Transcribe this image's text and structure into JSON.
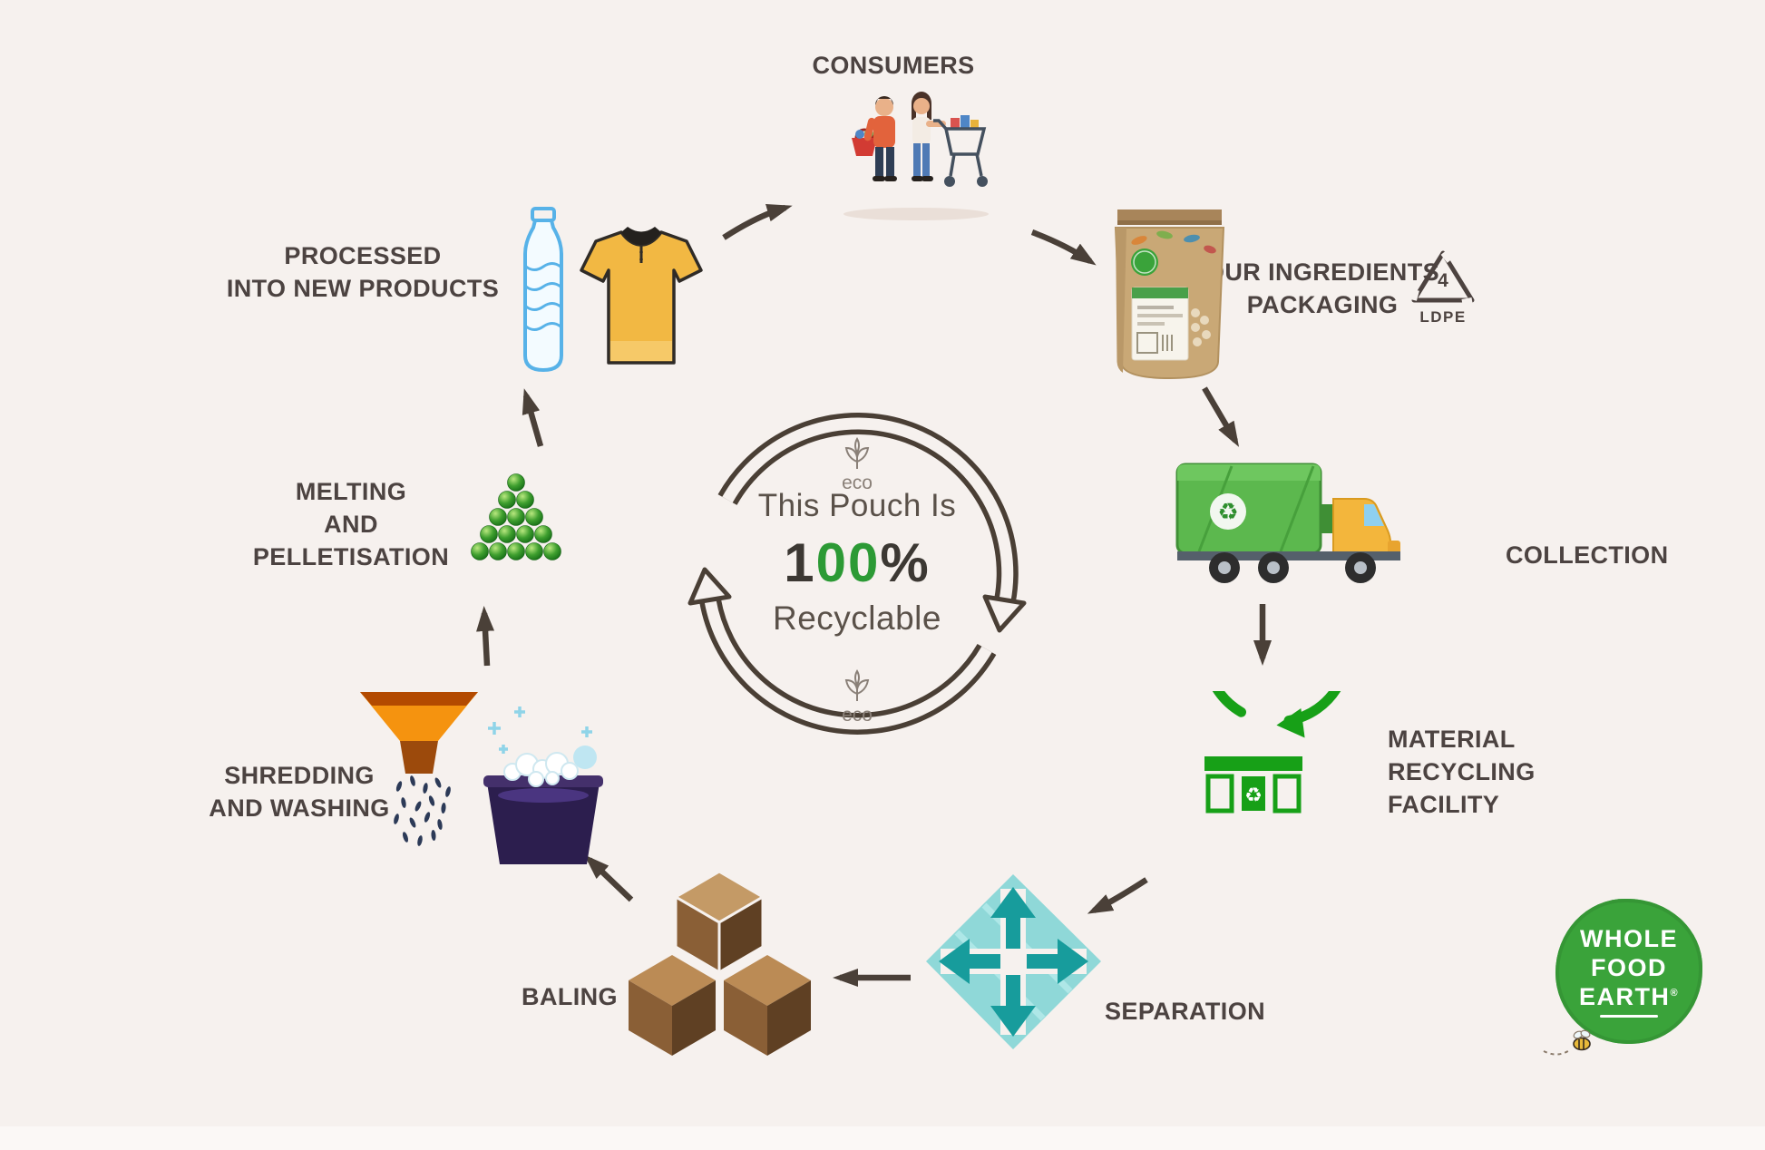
{
  "title": "This Pouch Is 100% Recyclable - packaging recycling loop infographic",
  "center": {
    "line1": "This Pouch Is",
    "pct_1": "1",
    "pct_00": "00",
    "pct_sign": "%",
    "line3": "Recyclable",
    "eco_top": "eco",
    "eco_bottom": "eco"
  },
  "steps": {
    "consumers": {
      "label": "CONSUMERS"
    },
    "packaging": {
      "label": "OUR INGREDIENTS\nPACKAGING"
    },
    "collection": {
      "label": "COLLECTION"
    },
    "mrf": {
      "label": "MATERIAL\nRECYCLING\nFACILITY"
    },
    "separation": {
      "label": "SEPARATION"
    },
    "baling": {
      "label": "BALING"
    },
    "shredding": {
      "label": "SHREDDING\nAND WASHING"
    },
    "melting": {
      "label": "MELTING\nAND\nPELLETISATION"
    },
    "products": {
      "label": "PROCESSED\nINTO NEW PRODUCTS"
    }
  },
  "ldpe": {
    "number": "4",
    "code": "LDPE"
  },
  "logo": {
    "line1": "WHOLE",
    "line2": "FOOD",
    "line3": "EARTH",
    "reg": "®"
  },
  "icons": {
    "recycle_glyph": "♻"
  },
  "colors": {
    "background": "#f6f1ee",
    "label_text": "#4c4341",
    "ring_brown": "#4a3f35",
    "accent_green": "#2c9a35",
    "mrf_green": "#17a017",
    "teal": "#179c9c",
    "truck_green": "#5cb84e",
    "cab_yellow": "#f3b63c",
    "bale_brown": "#8a5f36",
    "funnel_orange": "#f5930f",
    "basin_purple": "#2c1e4e",
    "bottle_blue": "#57b2e8",
    "shirt_yellow": "#f2b843",
    "kraft_tan": "#c9a876",
    "logo_green": "#3aa33a"
  }
}
